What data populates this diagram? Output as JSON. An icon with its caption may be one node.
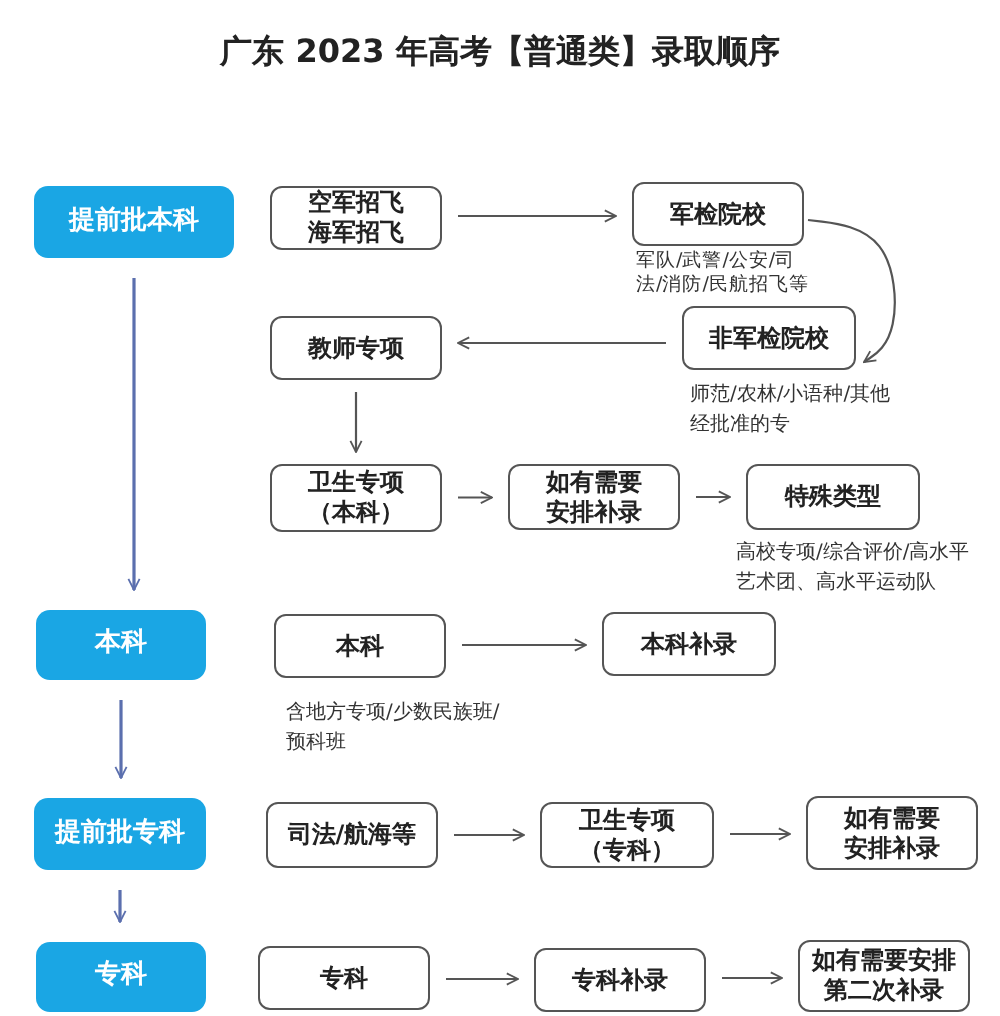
{
  "diagram": {
    "title": "广东 2023 年高考【普通类】录取顺序",
    "nodes": [
      {
        "text": [
          "提前批本科"
        ]
      },
      {
        "text": [
          "空军招飞海军招飞"
        ]
      },
      {
        "text": [
          "军检院校"
        ]
      },
      {
        "text": [
          "非军检院校"
        ],
        "beside": [
          "师范/农林/小语种/其他经批准的专"
        ]
      },
      {
        "text": [
          "教师专项"
        ]
      },
      {
        "text": [
          "卫生专项（本科）"
        ]
      },
      {
        "text": [
          "如有需要安排补录"
        ]
      },
      {
        "text": [
          "特殊类型"
        ],
        "beside": [
          "高校专项/综合评价/高水平艺术团、高水平运动队"
        ]
      },
      {
        "text": [
          "本科"
        ]
      },
      {
        "text": [
          "本科"
        ],
        "beside": [
          "含地方专项/少数民族班/预科班"
        ]
      },
      {
        "text": [
          "本科补录"
        ]
      },
      {
        "text": [
          "提前批专科"
        ]
      },
      {
        "text": [
          "司法/航海等"
        ]
      },
      {
        "text": [
          "卫生专项（专科）"
        ]
      },
      {
        "text": [
          "如有需要安排补录"
        ]
      },
      {
        "text": [
          "专科"
        ]
      },
      {
        "text": [
          "专科"
        ]
      },
      {
        "text": [
          "专科补录"
        ]
      },
      {
        "text": [
          "如有需要安排第二次补录"
        ]
      }
    ],
    "edges": [
      {
        "from": 1,
        "to": 2,
        "arrow": "to"
      },
      {
        "from": 2,
        "to": 3,
        "arrow": "to"
      },
      {
        "from": 3,
        "to": 4,
        "arrow": "to"
      },
      {
        "from": 4,
        "to": 5,
        "arrow": "to"
      },
      {
        "from": 5,
        "to": 6,
        "arrow": "to"
      },
      {
        "from": 6,
        "to": 7,
        "arrow": "to"
      },
      {
        "from": 9,
        "to": 10,
        "arrow": "to"
      },
      {
        "from": 12,
        "to": 13,
        "arrow": "to"
      },
      {
        "from": 13,
        "to": 14,
        "arrow": "to"
      },
      {
        "from": 16,
        "to": 17,
        "arrow": "to"
      },
      {
        "from": 17,
        "to": 18,
        "arrow": "to"
      },
      {
        "from": 0,
        "to": 8,
        "arrow": "to",
        "color": "#5b6fae"
      },
      {
        "from": 8,
        "to": 11,
        "arrow": "to",
        "color": "#5b6fae"
      },
      {
        "from": 11,
        "to": 15,
        "arrow": "to",
        "color": "#5b6fae"
      }
    ],
    "labels": [
      "军队/武警/公安/司法/消防/民航招飞等"
    ]
  }
}
